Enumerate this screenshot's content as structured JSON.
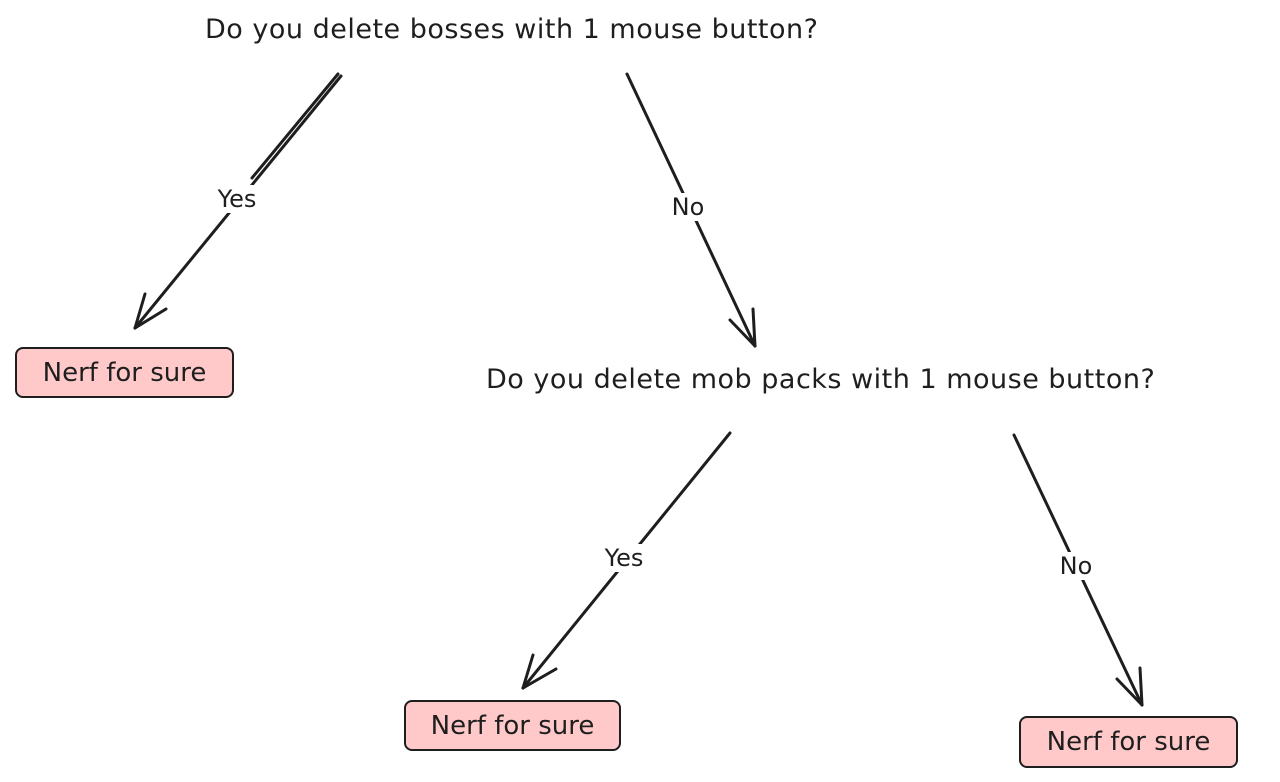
{
  "questions": {
    "q1": "Do you delete bosses with 1 mouse button?",
    "q2": "Do you delete mob packs with 1 mouse button?"
  },
  "edges": {
    "q1_yes": "Yes",
    "q1_no": "No",
    "q2_yes": "Yes",
    "q2_no": "No"
  },
  "leaves": {
    "leaf1": "Nerf for sure",
    "leaf2": "Nerf for sure",
    "leaf3": "Nerf for sure"
  },
  "colors": {
    "stroke": "#1e1e1e",
    "leaf_fill": "#ffc9c9",
    "background": "#ffffff"
  }
}
